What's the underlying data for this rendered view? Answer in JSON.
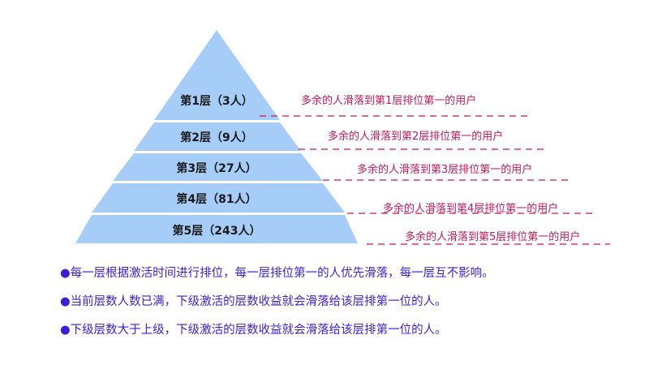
{
  "pyramid": {
    "fill_color": "#a6cdf8",
    "layers": [
      {
        "label": "第1层（3人）",
        "overflow": "多余的人滑落到第1层排位第一的用户"
      },
      {
        "label": "第2层（9人）",
        "overflow": "多余的人滑落到第2层排位第一的用户"
      },
      {
        "label": "第3层（27人）",
        "overflow": "多余的人滑落到第3层排位第一的用户"
      },
      {
        "label": "第4层（81人）",
        "overflow": "多余的人滑落到第4层排位第一的用户"
      },
      {
        "label": "第5层（243人）",
        "overflow": "多余的人滑落到第5层排位第一的用户"
      }
    ]
  },
  "overflow_color": "#c2185b",
  "notes": {
    "bullet": "●",
    "color": "#3a1fd6",
    "items": [
      "每一层根据激活时间进行排位，每一层排位第一的人优先滑落，每一层互不影响。",
      "当前层数人数已满，下级激活的层数收益就会滑落给该层排第一位的人。",
      "下级层数大于上级，下级激活的层数收益就会滑落给该层排第一位的人。"
    ]
  }
}
